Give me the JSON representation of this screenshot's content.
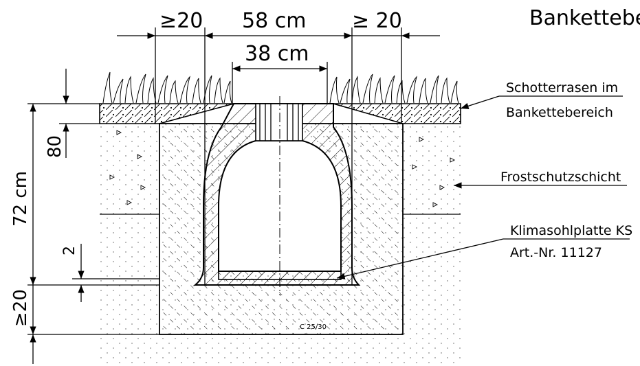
{
  "title": "Bankettebe",
  "dimensions": {
    "clear_left": "≥20",
    "outer_width": "58 cm",
    "clear_right": "≥ 20",
    "inner_width": "38 cm",
    "topsoil_depth": "80",
    "total_height": "72 cm",
    "sole_thickness": "2",
    "bottom_clearance": "≥20"
  },
  "labels": {
    "schotterrasen_1": "Schotterrasen im",
    "schotterrasen_2": "Bankettebereich",
    "frostschutz": "Frostschutzschicht",
    "klima_1": "Klimasohlplatte KS",
    "klima_2": "Art.-Nr. 11127",
    "concrete": "C 25/30"
  }
}
